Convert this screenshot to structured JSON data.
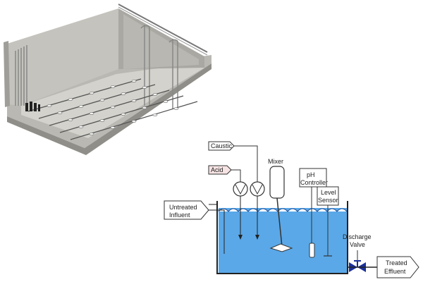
{
  "labels": {
    "caustic": "Caustic",
    "acid": "Acid",
    "mixer": "Mixer",
    "ph_controller_line1": "pH",
    "ph_controller_line2": "Controller",
    "level_sensor_line1": "Level",
    "level_sensor_line2": "Sensor",
    "untreated_influent_line1": "Untreated",
    "untreated_influent_line2": "Influent",
    "discharge_valve_line1": "Discharge",
    "discharge_valve_line2": "Valve",
    "treated_effluent_line1": "Treated",
    "treated_effluent_line2": "Effluent"
  },
  "colors": {
    "tank_water": "#5aa8e8",
    "valve": "#1a2f9a",
    "acid_tag": "#f6e3e3",
    "basin_concrete": "#c9c8c2"
  }
}
